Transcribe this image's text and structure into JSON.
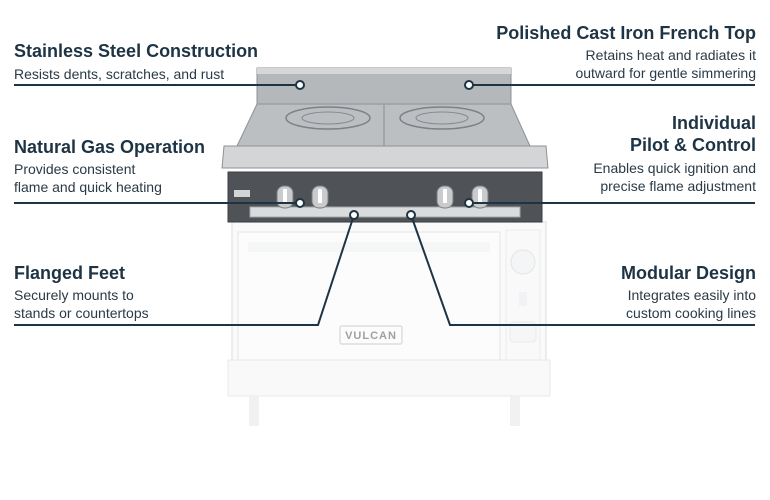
{
  "callouts": {
    "stainless": {
      "title": "Stainless Steel Construction",
      "desc": "Resists dents, scratches, and rust"
    },
    "gas": {
      "title": "Natural Gas Operation",
      "desc_line1": "Provides consistent",
      "desc_line2": "flame and quick heating"
    },
    "feet": {
      "title": "Flanged Feet",
      "desc_line1": "Securely mounts to",
      "desc_line2": "stands or countertops"
    },
    "french_top": {
      "title": "Polished Cast Iron French Top",
      "desc_line1": "Retains heat and radiates it",
      "desc_line2": "outward for gentle simmering"
    },
    "pilot": {
      "title_line1": "Individual",
      "title_line2": "Pilot & Control",
      "desc_line1": "Enables quick ignition and",
      "desc_line2": "precise flame adjustment"
    },
    "modular": {
      "title": "Modular Design",
      "desc_line1": "Integrates easily into",
      "desc_line2": "custom cooking lines"
    }
  },
  "product": {
    "brand_plate": "VULCAN"
  },
  "colors": {
    "text": "#1e3444",
    "leader": "#1e3444",
    "steel_dark": "#4a4e53",
    "steel_light": "#c9cbcd"
  }
}
